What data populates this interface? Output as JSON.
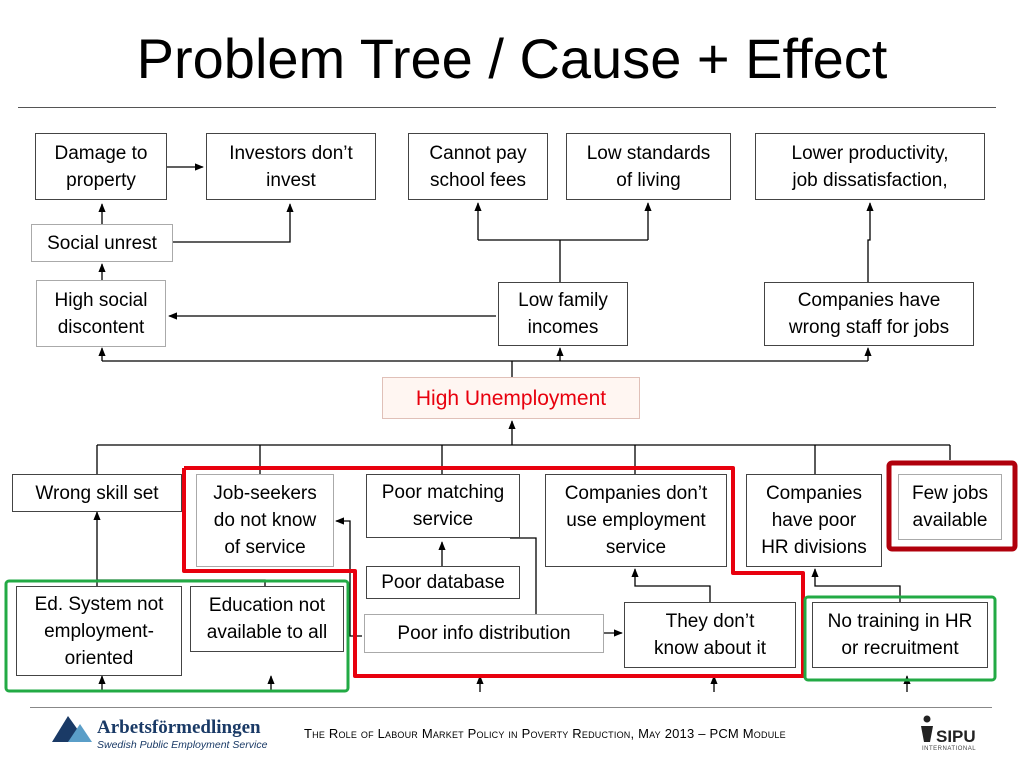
{
  "title": "Problem Tree / Cause + Effect",
  "boxes": {
    "damage": "Damage to\nproperty",
    "investors": "Investors don’t\ninvest",
    "school": "Cannot pay\nschool fees",
    "low_std": "Low standards\nof living",
    "lower_prod": "Lower productivity,\njob dissatisfaction,",
    "unrest": "Social unrest",
    "high_social": "High social\ndiscontent",
    "low_income": "Low family\nincomes",
    "wrong_staff": "Companies have\nwrong staff for jobs",
    "high_unemp": "High Unemployment",
    "wrong_skill": "Wrong skill set",
    "jobseekers": "Job-seekers\ndo not know\nof service",
    "poor_match": "Poor matching\nservice",
    "comp_dont": "Companies don’t\nuse employment\nservice",
    "comp_poor": "Companies\nhave poor\nHR divisions",
    "few_jobs": "Few jobs\navailable",
    "poor_db": "Poor database",
    "ed_system": "Ed. System not\nemployment-\noriented",
    "ed_not": "Education not\navailable to all",
    "poor_info": "Poor info distribution",
    "they_dont": "They don’t\nknow about it",
    "no_training": "No training in HR\nor recruitment"
  },
  "footer": {
    "text": "The Role of Labour Market Policy in Poverty Reduction, May 2013 – PCM Module",
    "org_name": "Arbetsförmedlingen",
    "org_sub": "Swedish Public Employment Service",
    "sipu": "SIPU",
    "sipu_sub": "INTERNATIONAL"
  },
  "colors": {
    "highlight_red": "#e8000e",
    "dark_red": "#b0000c",
    "green": "#22aa44",
    "brand_blue": "#1a3a66"
  }
}
